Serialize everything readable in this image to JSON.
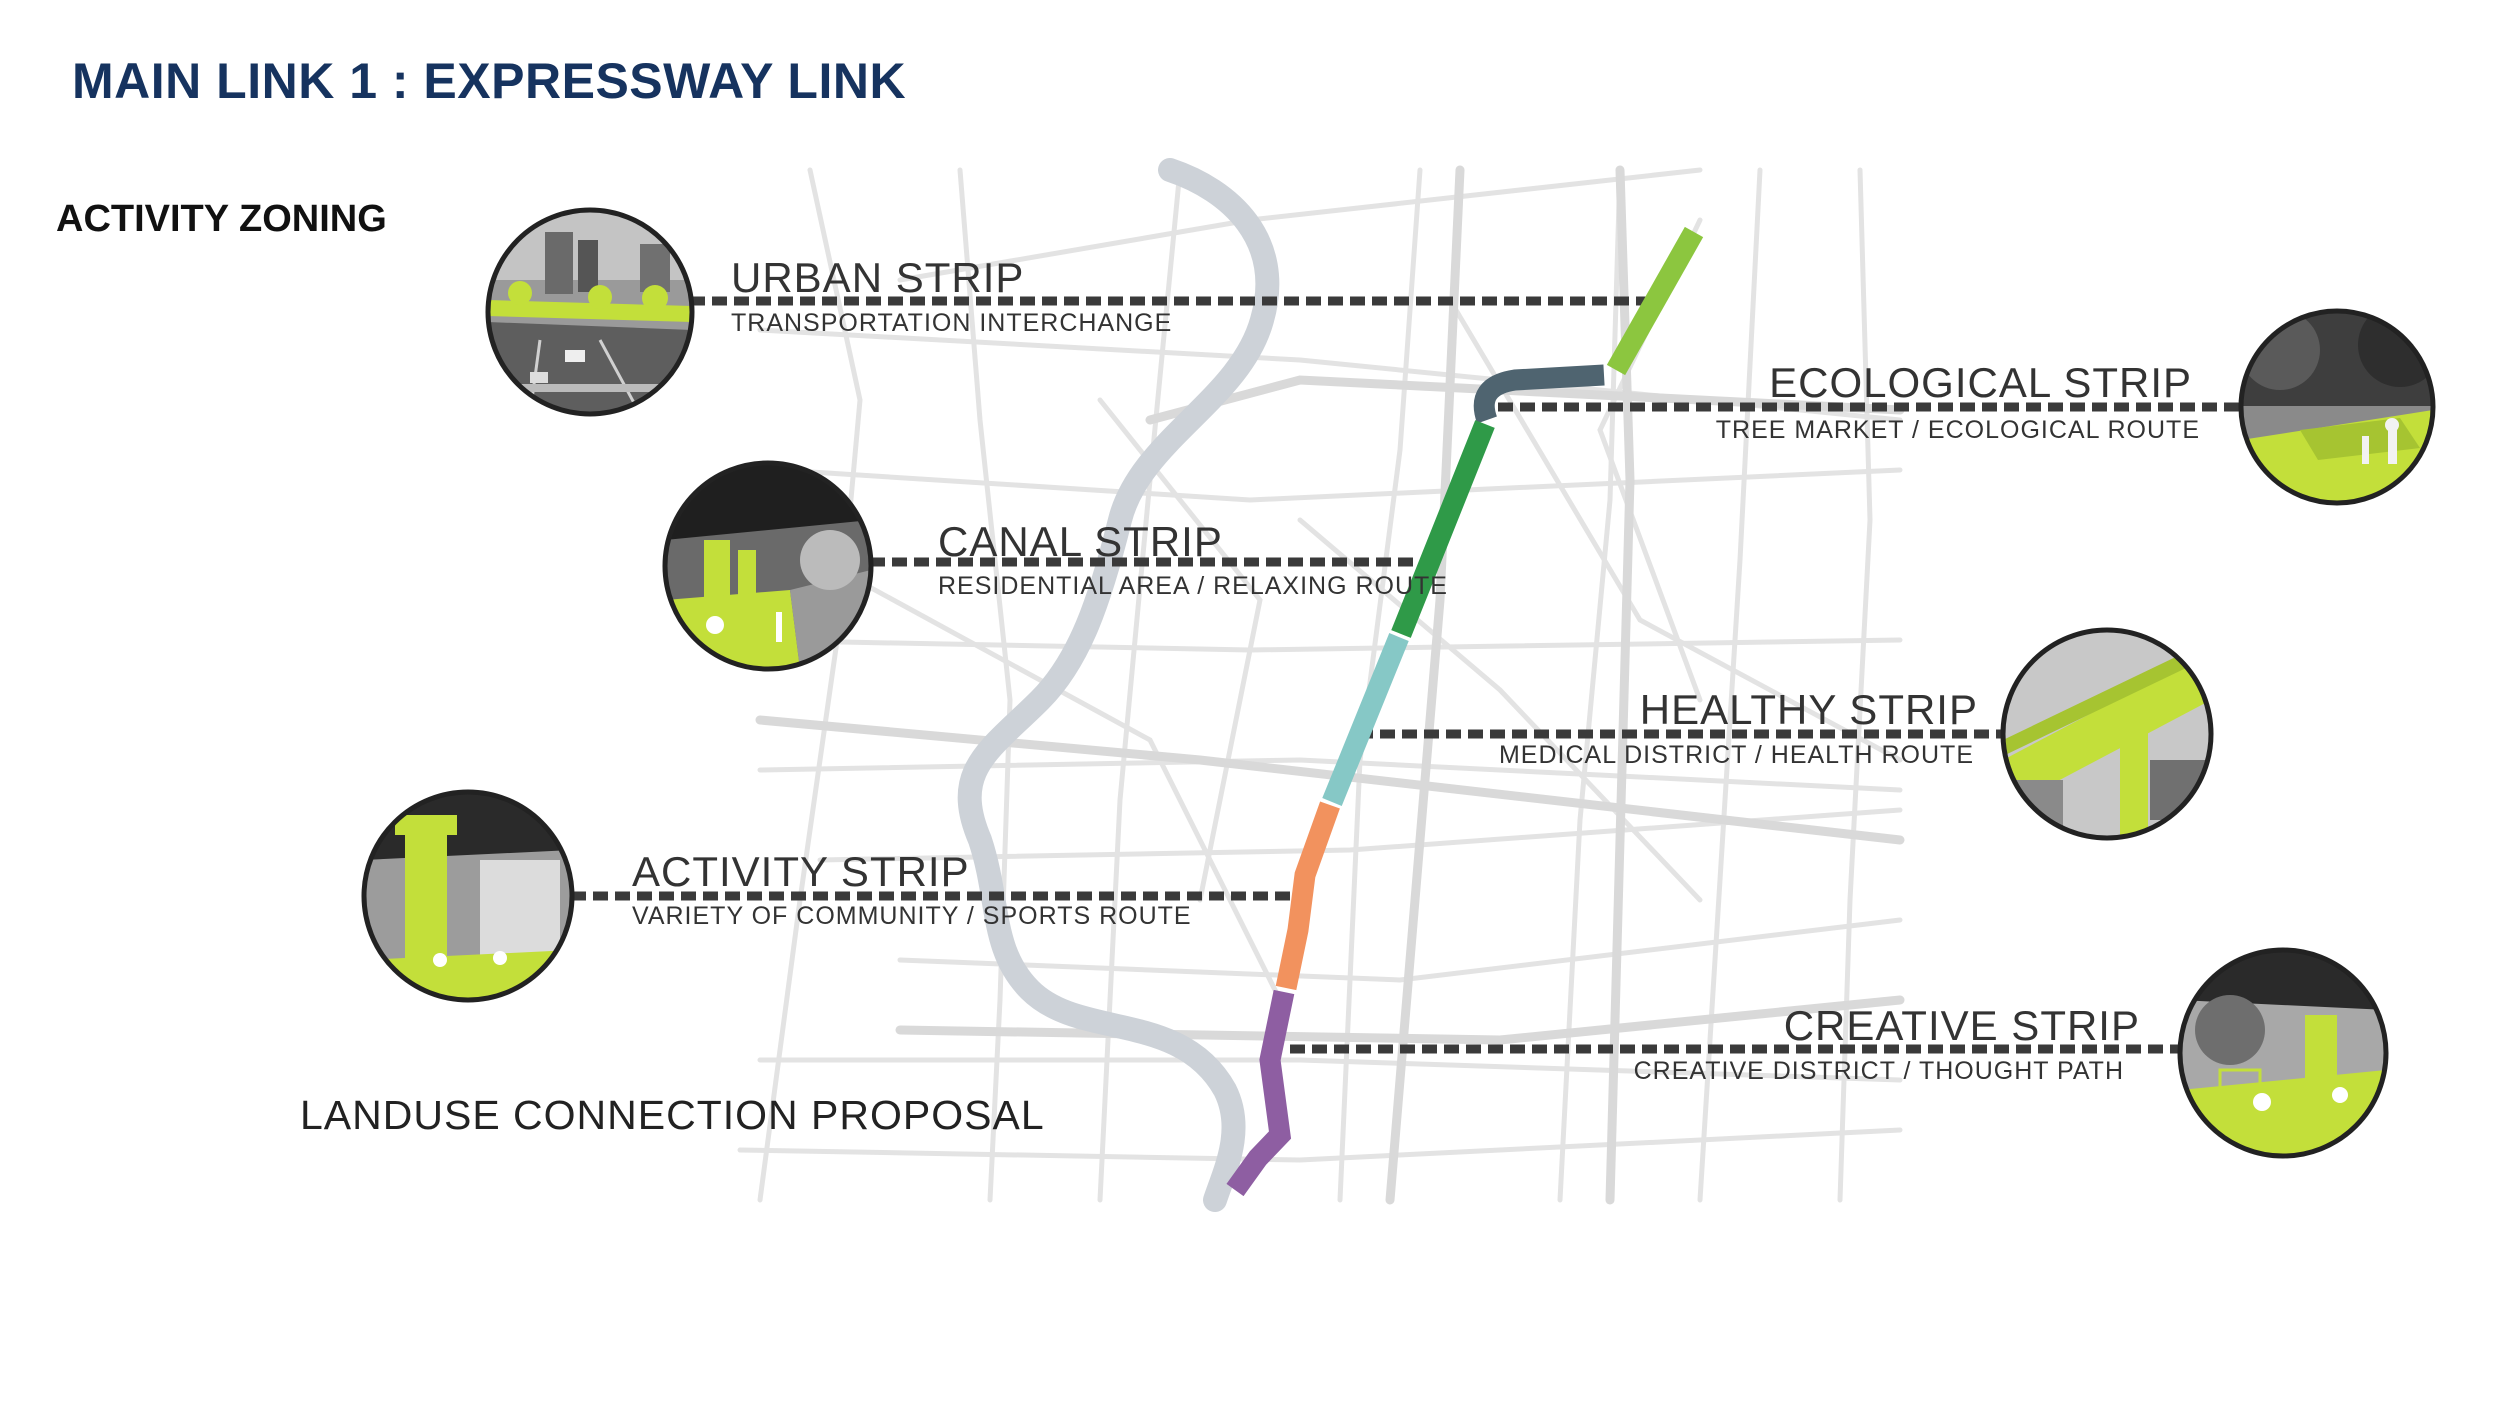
{
  "header": {
    "title": "MAIN LINK 1 : EXPRESSWAY LINK"
  },
  "section": {
    "title": "ACTIVITY ZONING"
  },
  "footer": {
    "caption": "LANDUSE CONNECTION PROPOSAL"
  },
  "strips": [
    {
      "title": "URBAN STRIP",
      "subtitle": "TRANSPORTATION INTERCHANGE",
      "color": "#8cc63f"
    },
    {
      "title": "ECOLOGICAL STRIP",
      "subtitle": "TREE MARKET / ECOLOGICAL ROUTE",
      "color": "#4f6470"
    },
    {
      "title": "CANAL STRIP",
      "subtitle": "RESIDENTIAL AREA / RELAXING ROUTE",
      "color": "#2f9a48"
    },
    {
      "title": "HEALTHY STRIP",
      "subtitle": "MEDICAL DISTRICT / HEALTH ROUTE",
      "color": "#86c8c6"
    },
    {
      "title": "ACTIVITY STRIP",
      "subtitle": "VARIETY OF COMMUNITY / SPORTS ROUTE",
      "color": "#f2925e"
    },
    {
      "title": "CREATIVE STRIP",
      "subtitle": "CREATIVE DISTRICT / THOUGHT PATH",
      "color": "#8e5ea2"
    }
  ],
  "colors": {
    "accent_green": "#c3df3a",
    "river": "#cdd2d8",
    "road": "#e4e4e4",
    "leader": "#3a3a3a"
  }
}
